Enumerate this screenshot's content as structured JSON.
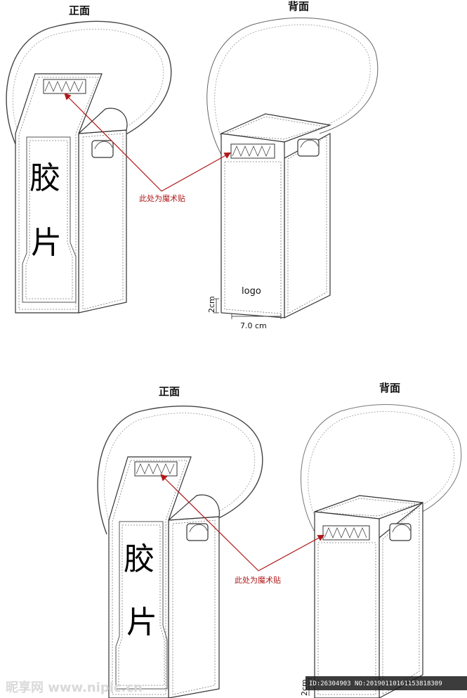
{
  "panels": [
    {
      "front_title": "正面",
      "back_title": "背面",
      "front_characters": [
        "胶",
        "片"
      ],
      "velcro_note": "此处为魔术贴",
      "logo_text": "logo",
      "height_dimension": "2cm",
      "width_dimension": "7.0 cm"
    },
    {
      "front_title": "正面",
      "back_title": "背面",
      "front_characters": [
        "胶",
        "片"
      ],
      "velcro_note": "此处为魔术贴",
      "height_dimension": "2cm"
    }
  ],
  "watermark": {
    "site": "昵享网 www.nipic.cn",
    "id_line": "ID:26304903 NO:20190110161153818309"
  },
  "colors": {
    "annotation": "#b01818",
    "outline": "#333333"
  }
}
